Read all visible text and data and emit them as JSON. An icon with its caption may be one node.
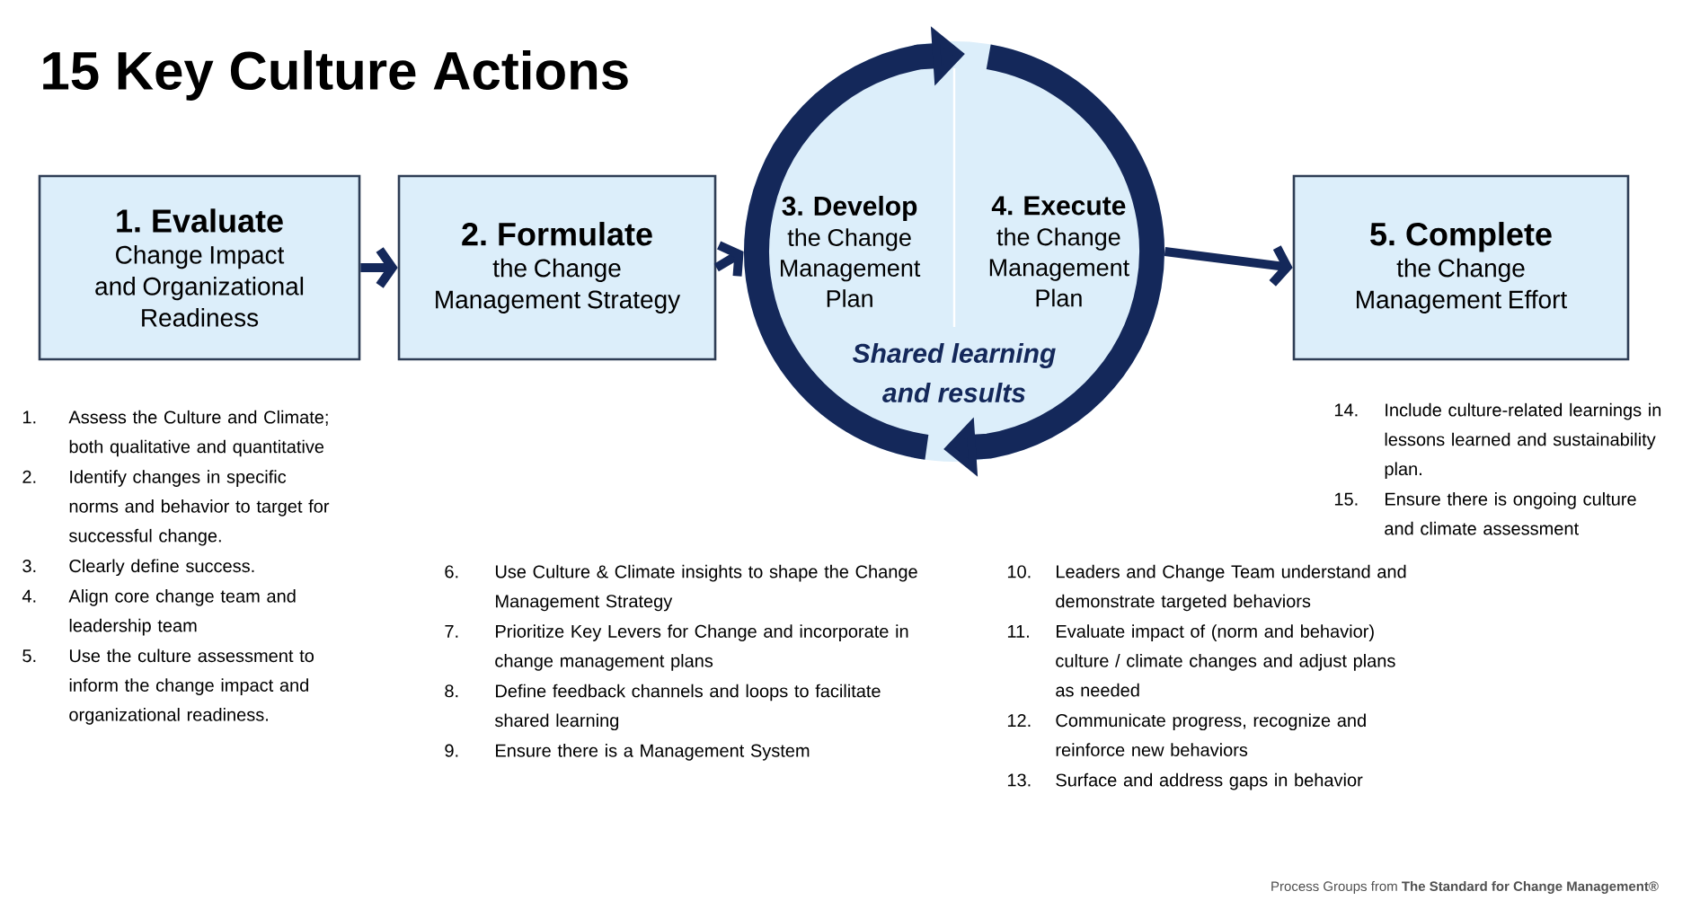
{
  "diagram": {
    "title": "15 Key Culture Actions",
    "nodes": [
      {
        "text": [
          "1. Evaluate",
          "Change Impact and Organizational Readiness"
        ]
      },
      {
        "text": [
          "2. Formulate",
          "the Change Management Strategy"
        ]
      },
      {
        "text": [
          "Shared learning and results"
        ]
      },
      {
        "text": [
          "3. Develop",
          "the Change Management Plan"
        ],
        "in": 2
      },
      {
        "text": [
          "4. Execute",
          "the Change Management Plan"
        ],
        "in": 2
      },
      {
        "text": [
          "5. Complete",
          "the Change Management Effort"
        ]
      }
    ],
    "edges": [
      {
        "from": 0,
        "to": 1,
        "arrow": "to"
      },
      {
        "from": 1,
        "to": 2,
        "arrow": "to"
      },
      {
        "from": 2,
        "to": 5,
        "arrow": "to"
      }
    ],
    "labels": [
      "1.",
      "Assess the Culture and Climate; both qualitative and quantitative",
      "2.",
      "Identify changes in specific norms and behavior to target for successful change.",
      "3.",
      "Clearly define success.",
      "4.",
      "Align core change team and leadership team",
      "5.",
      "Use the culture assessment to inform the change impact and organizational readiness.",
      "6.",
      "Use Culture & Climate insights to shape the Change Management Strategy",
      "7.",
      "Prioritize Key Levers for Change and incorporate in change management plans",
      "8.",
      "Define feedback channels and loops to facilitate shared learning",
      "9.",
      "Ensure there is a Management System",
      "10.",
      "Leaders and Change Team understand and demonstrate targeted behaviors",
      "11.",
      "Evaluate impact of (norm and behavior) culture / climate changes and adjust plans as needed",
      "12.",
      "Communicate progress, recognize and reinforce new behaviors",
      "13.",
      "Surface and address gaps in behavior",
      "14.",
      "Include culture-related learnings in lessons learned and sustainability plan.",
      "15.",
      "Ensure there is ongoing culture and climate assessment",
      "Process Groups from **The Standard for Change Management®**"
    ]
  }
}
